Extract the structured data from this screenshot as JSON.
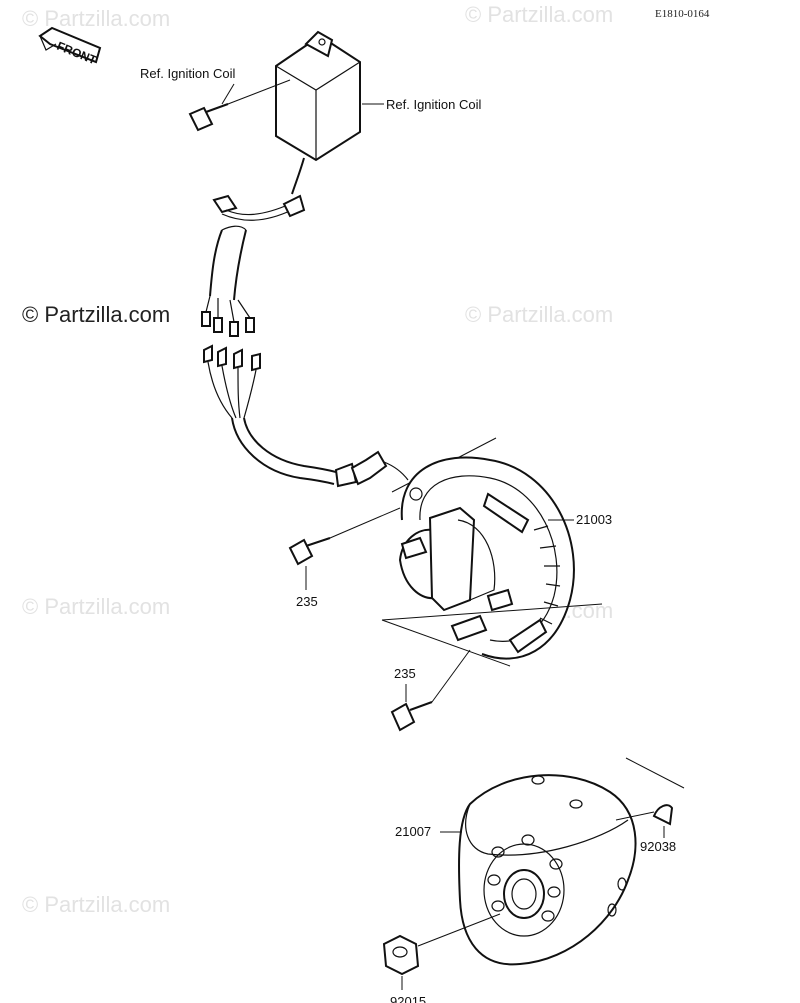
{
  "diagram_code": "E1810-0164",
  "front_arrow_label": "FRONT",
  "watermark": "© Partzilla.com",
  "labels": {
    "ref_coil_bolt": "Ref. Ignition Coil",
    "ref_coil": "Ref. Ignition Coil",
    "stator": "21003",
    "screw_upper": "235",
    "screw_lower": "235",
    "flywheel": "21007",
    "key": "92038",
    "nut": "92015"
  }
}
